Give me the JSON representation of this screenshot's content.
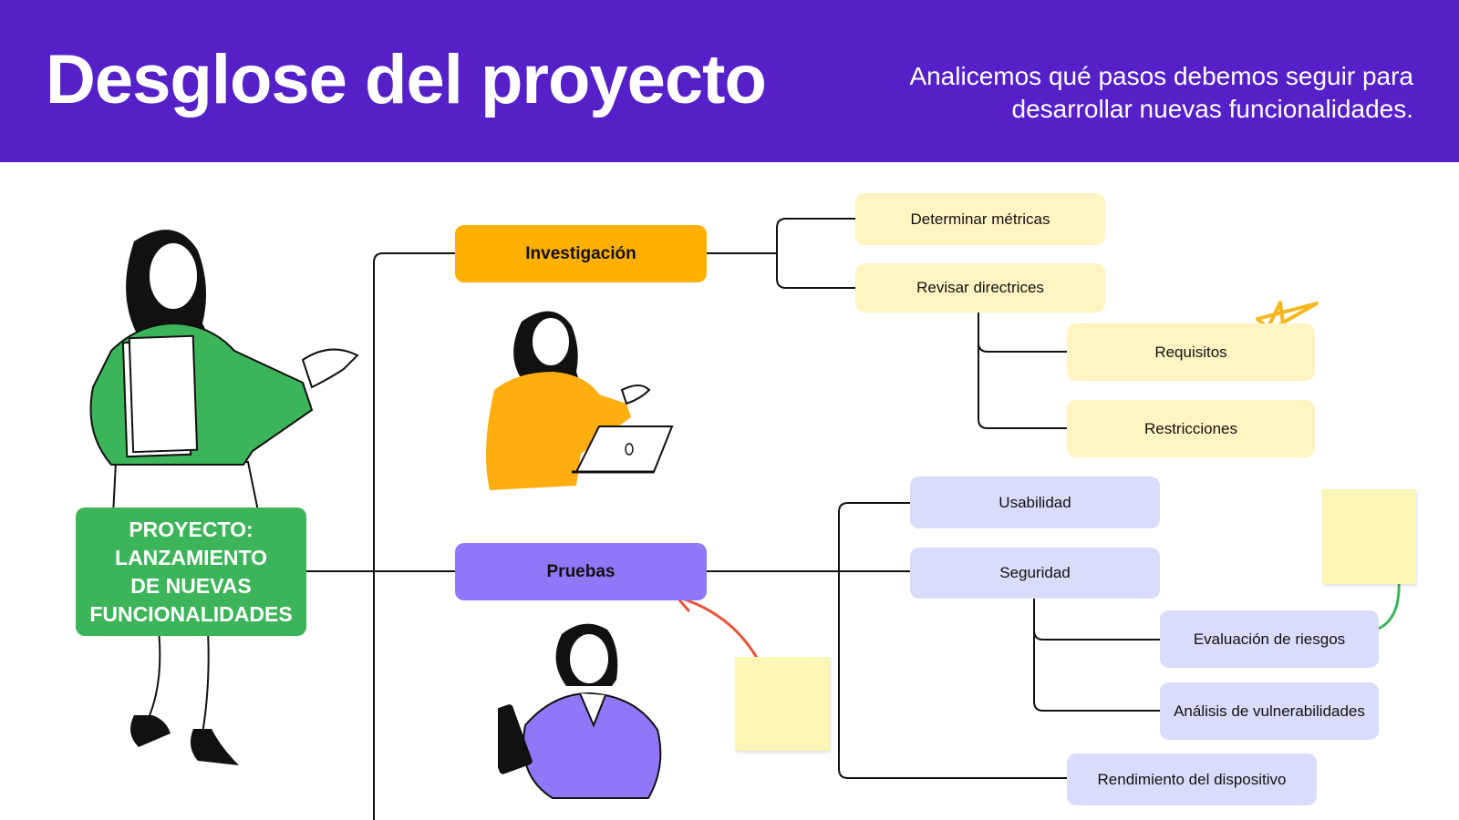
{
  "header": {
    "title": "Desglose del proyecto",
    "subtitle_line1": "Analicemos qué pasos debemos seguir para",
    "subtitle_line2": "desarrollar nuevas funcionalidades."
  },
  "root": {
    "line1": "PROYECTO:",
    "line2": "LANZAMIENTO",
    "line3": "DE NUEVAS",
    "line4": "FUNCIONALIDADES"
  },
  "branches": {
    "investigacion": {
      "label": "Investigación",
      "children": {
        "metricas": "Determinar métricas",
        "directrices": "Revisar directrices",
        "requisitos": "Requisitos",
        "restricciones": "Restricciones"
      }
    },
    "pruebas": {
      "label": "Pruebas",
      "children": {
        "usabilidad": "Usabilidad",
        "seguridad": "Seguridad",
        "riesgos": "Evaluación de riesgos",
        "vulnerabilidades": "Análisis de vulnerabilidades",
        "rendimiento": "Rendimiento del dispositivo"
      }
    }
  },
  "colors": {
    "header": "#5520c8",
    "root": "#3cb55a",
    "investigacion": "#ffb000",
    "pruebas": "#9176f8",
    "investigacion_children": "#fff4c2",
    "pruebas_children": "#dadcfb",
    "sticky_note": "#fbf6b5"
  },
  "icons": {
    "star": "star-doodle-icon",
    "arrow_red": "curved-arrow-icon",
    "arrow_green": "curved-arrow-icon"
  }
}
